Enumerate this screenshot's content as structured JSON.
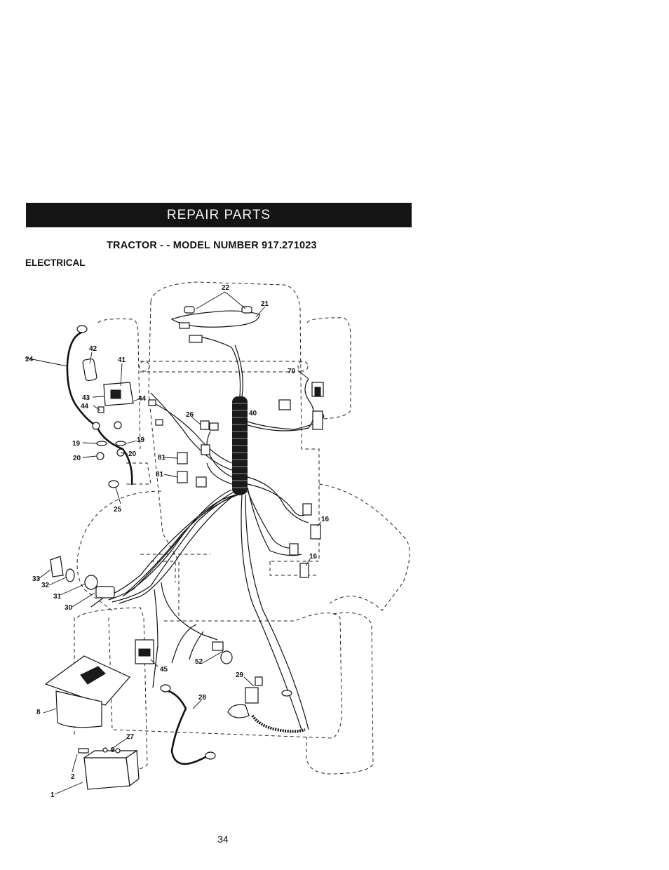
{
  "header": {
    "banner": "REPAIR PARTS"
  },
  "title": "TRACTOR - - MODEL NUMBER 917.271023",
  "section": "ELECTRICAL",
  "page_number": "34",
  "callouts": {
    "c22": "22",
    "c21": "21",
    "c42": "42",
    "c41": "41",
    "c24": "24",
    "c70": "70",
    "c43": "43",
    "c44a": "44",
    "c44b": "44",
    "c26": "26",
    "c40": "40",
    "c19a": "19",
    "c19b": "19",
    "c20a": "20",
    "c20b": "20",
    "c81a": "81",
    "c81b": "81",
    "c25": "25",
    "c16a": "16",
    "c16b": "16",
    "c33": "33",
    "c32": "32",
    "c31": "31",
    "c30": "30",
    "c45": "45",
    "c52": "52",
    "c29": "29",
    "c28": "28",
    "c8": "8",
    "c27": "27",
    "c9": "9",
    "c2": "2",
    "c1": "1"
  }
}
